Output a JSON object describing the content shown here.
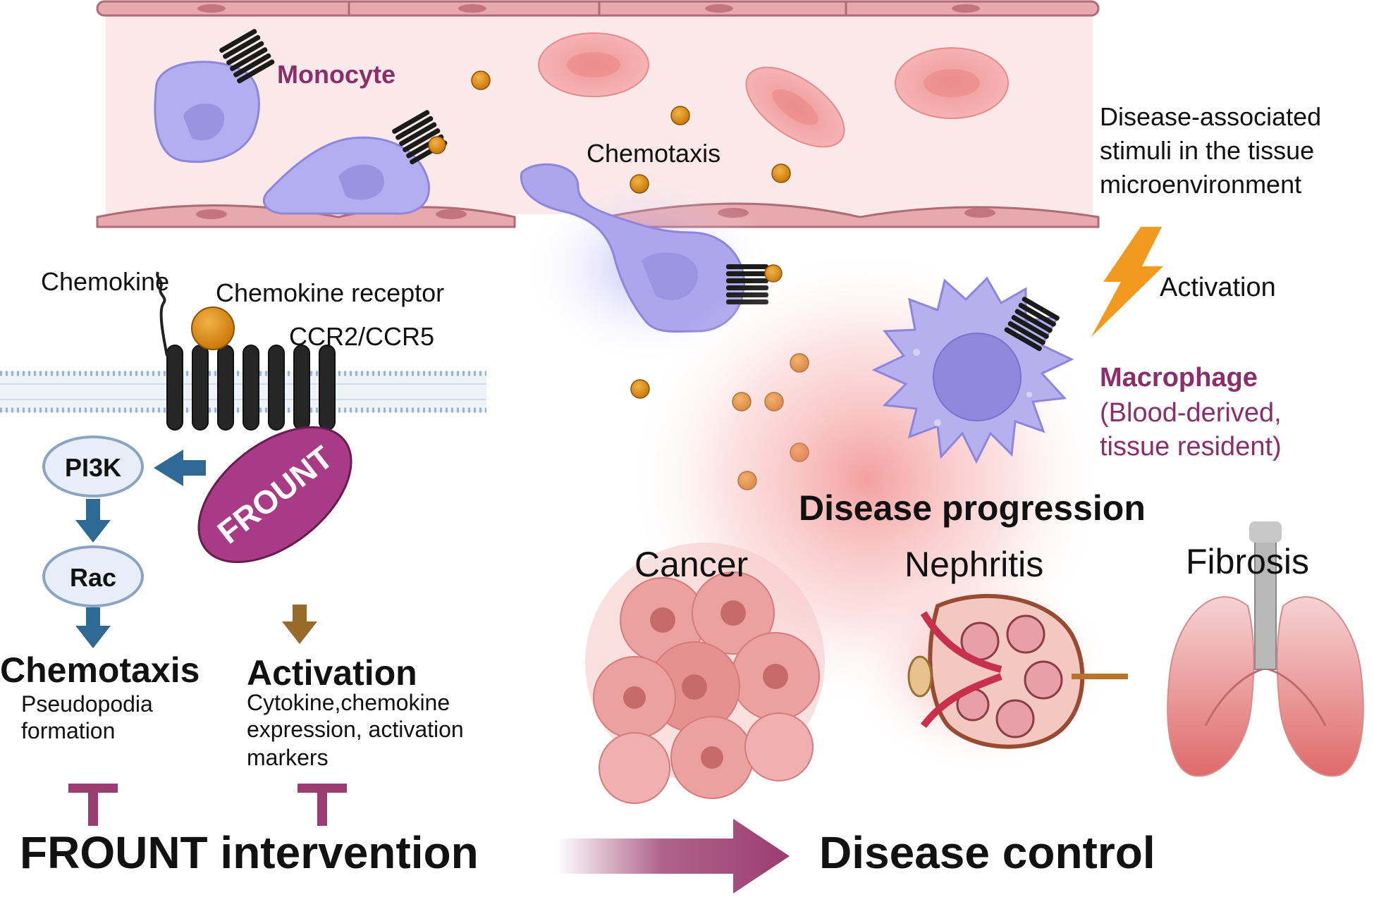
{
  "vessel": {
    "monocyte_label": "Monocyte",
    "chemotaxis_label": "Chemotaxis"
  },
  "stimuli": {
    "line1": "Disease-associated",
    "line2": "stimuli in the tissue",
    "line3": "microenvironment",
    "activation_label": "Activation"
  },
  "macrophage": {
    "title": "Macrophage",
    "line1": "(Blood-derived,",
    "line2": "tissue resident)"
  },
  "receptor": {
    "chemokine_label": "Chemokine",
    "receptor_label": "Chemokine receptor",
    "receptor_name": "CCR2/CCR5",
    "frount_label": "FROUNT"
  },
  "pathway": {
    "pi3k": "PI3K",
    "rac": "Rac",
    "chemotaxis_title": "Chemotaxis",
    "chemotaxis_desc1": "Pseudopodia",
    "chemotaxis_desc2": "formation",
    "activation_title": "Activation",
    "activation_desc1": "Cytokine,chemokine",
    "activation_desc2": "expression, activation",
    "activation_desc3": "markers"
  },
  "disease": {
    "progression": "Disease progression",
    "cancer": "Cancer",
    "nephritis": "Nephritis",
    "fibrosis": "Fibrosis"
  },
  "footer": {
    "intervention": "FROUNT intervention",
    "control": "Disease control"
  },
  "colors": {
    "purple_text": "#8a2f6b",
    "arrow_blue": "#2f6a96",
    "arrow_brown": "#9a6a2a",
    "cell_purple": "#a9a3e8",
    "chemokine_orange": "#d88a1a"
  }
}
